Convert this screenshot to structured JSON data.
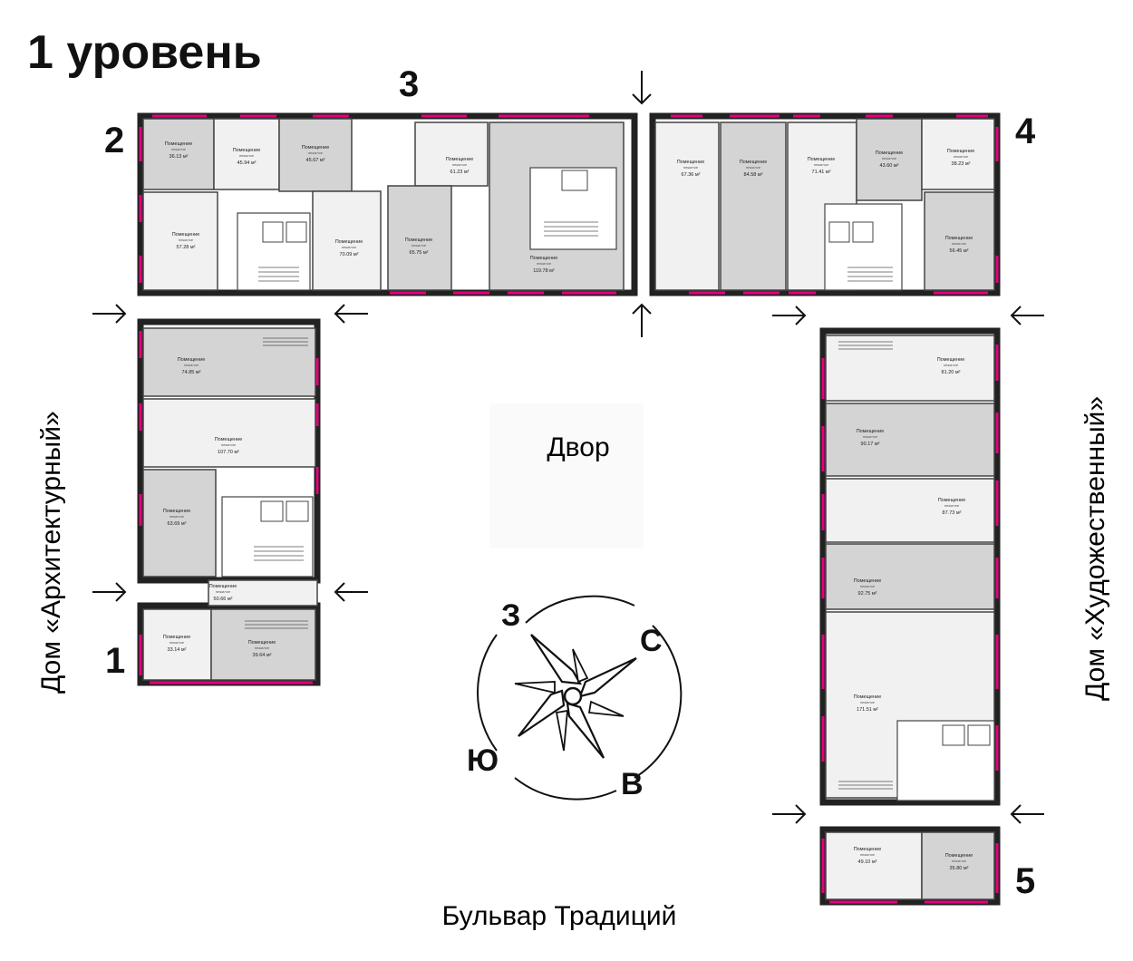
{
  "title": "1 уровень",
  "courtyard": "Двор",
  "street": "Бульвар Традиций",
  "houses": {
    "left": "Дом «Архитектурный»",
    "right": "Дом «Художественный»"
  },
  "entrance_numbers": [
    "1",
    "2",
    "3",
    "4",
    "5"
  ],
  "compass": {
    "north": "С",
    "east": "В",
    "south": "Ю",
    "west": "З"
  },
  "rooms": [
    {
      "id": "r1",
      "label": "Помещение",
      "sub": "нежилое",
      "area": "36.13 м²",
      "tone": "dark"
    },
    {
      "id": "r2",
      "label": "Помещение",
      "sub": "нежилое",
      "area": "45.94 м²",
      "tone": "light"
    },
    {
      "id": "r3",
      "label": "Помещение",
      "sub": "нежилое",
      "area": "45.67 м²",
      "tone": "dark"
    },
    {
      "id": "r4",
      "label": "Помещение",
      "sub": "нежилое",
      "area": "57.28 м²",
      "tone": "light"
    },
    {
      "id": "r5",
      "label": "Помещение",
      "sub": "нежилое",
      "area": "70.09 м²",
      "tone": "light"
    },
    {
      "id": "r6",
      "label": "Помещение",
      "sub": "нежилое",
      "area": "61.23 м²",
      "tone": "light"
    },
    {
      "id": "r7",
      "label": "Помещение",
      "sub": "нежилое",
      "area": "65.75 м²",
      "tone": "dark"
    },
    {
      "id": "r8",
      "label": "Помещение",
      "sub": "нежилое",
      "area": "119.78 м²",
      "tone": "dark"
    },
    {
      "id": "r9",
      "label": "Помещение",
      "sub": "нежилое",
      "area": "67.36 м²",
      "tone": "light"
    },
    {
      "id": "r10",
      "label": "Помещение",
      "sub": "нежилое",
      "area": "84.58 м²",
      "tone": "dark"
    },
    {
      "id": "r11",
      "label": "Помещение",
      "sub": "нежилое",
      "area": "71.41 м²",
      "tone": "light"
    },
    {
      "id": "r12",
      "label": "Помещение",
      "sub": "нежилое",
      "area": "43.60 м²",
      "tone": "dark"
    },
    {
      "id": "r13",
      "label": "Помещение",
      "sub": "нежилое",
      "area": "38.23 м²",
      "tone": "light"
    },
    {
      "id": "r14",
      "label": "Помещение",
      "sub": "нежилое",
      "area": "56.45 м²",
      "tone": "dark"
    },
    {
      "id": "r15",
      "label": "Помещение",
      "sub": "нежилое",
      "area": "74.85 м²",
      "tone": "dark"
    },
    {
      "id": "r16",
      "label": "Помещение",
      "sub": "нежилое",
      "area": "107.70 м²",
      "tone": "light"
    },
    {
      "id": "r17",
      "label": "Помещение",
      "sub": "нежилое",
      "area": "63.69 м²",
      "tone": "dark"
    },
    {
      "id": "r18",
      "label": "Помещение",
      "sub": "нежилое",
      "area": "50.66 м²",
      "tone": "light"
    },
    {
      "id": "r19",
      "label": "Помещение",
      "sub": "нежилое",
      "area": "33.14 м²",
      "tone": "light"
    },
    {
      "id": "r20",
      "label": "Помещение",
      "sub": "нежилое",
      "area": "39.64 м²",
      "tone": "dark"
    },
    {
      "id": "r21",
      "label": "Помещение",
      "sub": "нежилое",
      "area": "81.20 м²",
      "tone": "light"
    },
    {
      "id": "r22",
      "label": "Помещение",
      "sub": "нежилое",
      "area": "90.17 м²",
      "tone": "dark"
    },
    {
      "id": "r23",
      "label": "Помещение",
      "sub": "нежилое",
      "area": "87.73 м²",
      "tone": "light"
    },
    {
      "id": "r24",
      "label": "Помещение",
      "sub": "нежилое",
      "area": "92.75 м²",
      "tone": "dark"
    },
    {
      "id": "r25",
      "label": "Помещение",
      "sub": "нежилое",
      "area": "171.51 м²",
      "tone": "light"
    },
    {
      "id": "r26",
      "label": "Помещение",
      "sub": "нежилое",
      "area": "49.10 м²",
      "tone": "light"
    },
    {
      "id": "r27",
      "label": "Помещение",
      "sub": "нежилое",
      "area": "35.80 м²",
      "tone": "dark"
    }
  ]
}
